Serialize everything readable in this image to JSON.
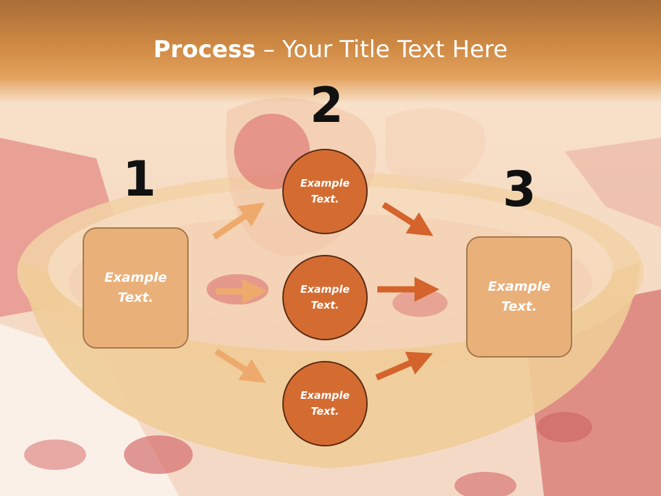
{
  "title": {
    "bold": "Process",
    "rest": " – Your Title Text Here"
  },
  "steps": {
    "one": "1",
    "two": "2",
    "three": "3"
  },
  "left_box": {
    "line1": "Example",
    "line2": "Text."
  },
  "right_box": {
    "line1": "Example",
    "line2": "Text."
  },
  "circles": [
    {
      "line1": "Example",
      "line2": "Text."
    },
    {
      "line1": "Example",
      "line2": "Text."
    },
    {
      "line1": "Example",
      "line2": "Text."
    }
  ],
  "colors": {
    "header": "#cf8a44",
    "box_fill": "#e9b07a",
    "circle_fill": "#d46c32",
    "left_arrows": "#eeaa6c",
    "right_arrows": "#d4632c"
  }
}
